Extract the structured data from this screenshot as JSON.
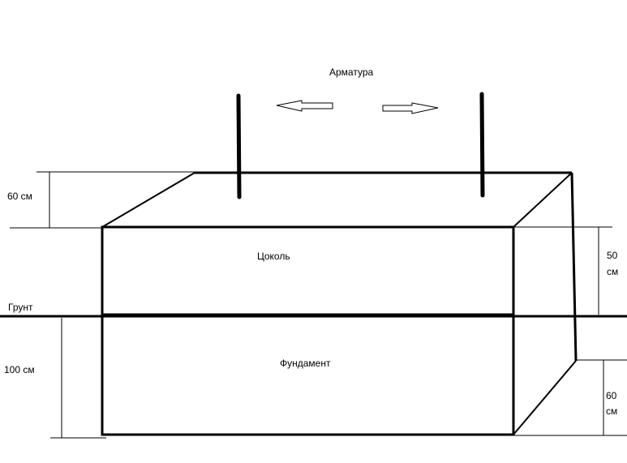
{
  "labels": {
    "rebar": "Арматура",
    "plinth": "Цоколь",
    "ground": "Грунт",
    "foundation": "Фундамент",
    "dim_top_depth": "60 см",
    "dim_plinth_height_line1": "50",
    "dim_plinth_height_line2": "см",
    "dim_foundation_height": "100 см",
    "dim_foundation_depth_line1": "60",
    "dim_foundation_depth_line2": "см"
  },
  "colors": {
    "stroke": "#000000",
    "background": "#ffffff"
  }
}
